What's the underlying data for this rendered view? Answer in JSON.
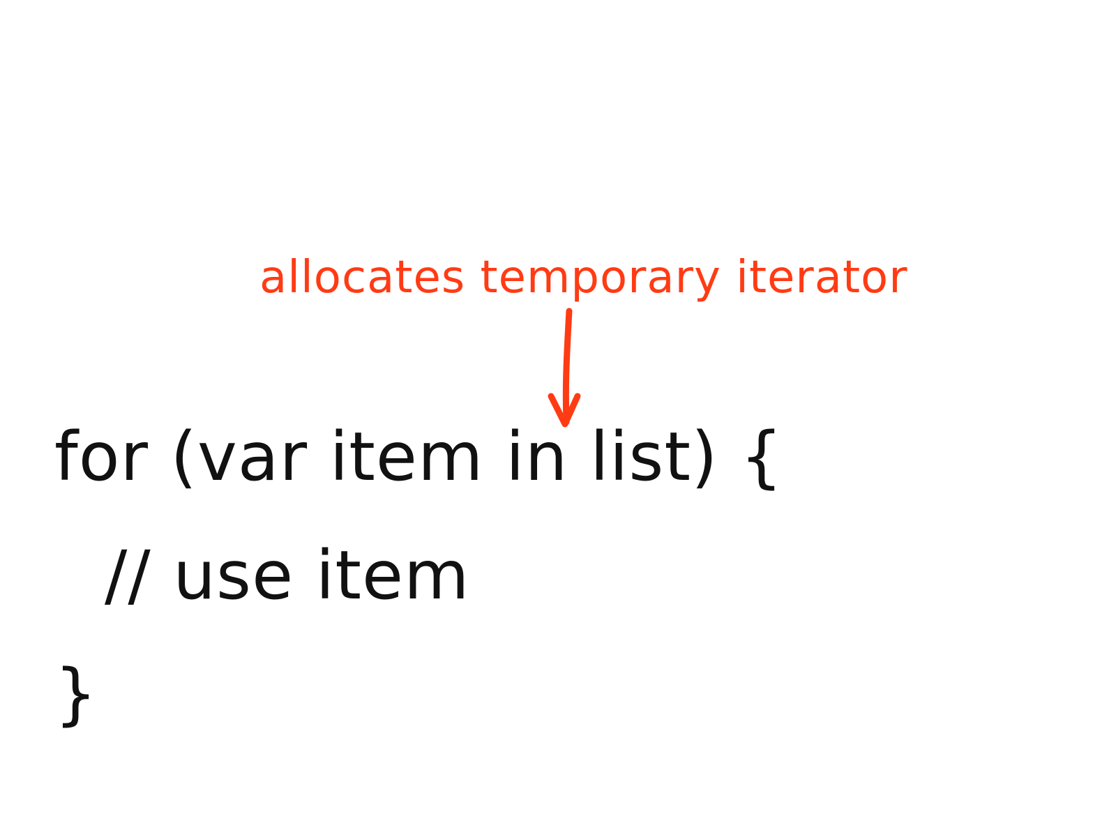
{
  "annotation": {
    "text": "allocates temporary iterator",
    "color": "#ff3b14"
  },
  "code": {
    "line1": "for (var item in list) {",
    "line2": "// use item",
    "line3": "}"
  },
  "icons": {
    "arrow": "arrow-down-icon"
  }
}
